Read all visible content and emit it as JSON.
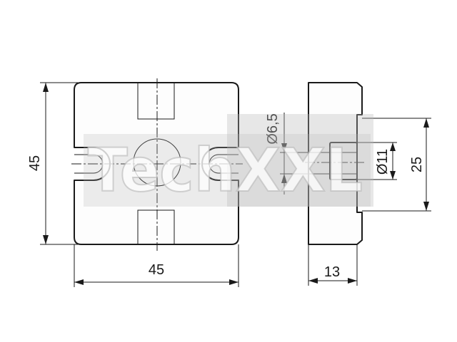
{
  "watermark": {
    "text": "TechXXL",
    "color": "#b8b8b8",
    "opacity": 0.42
  },
  "front_view": {
    "width_label": "45",
    "height_label": "45"
  },
  "side_view": {
    "bore_label": "Ø6,5",
    "boss_label": "Ø11",
    "span_label": "25",
    "thickness_label": "13"
  },
  "colors": {
    "line": "#1a1a1a",
    "fill": "#fdfdfd",
    "watermark": "#b8b8b8"
  }
}
